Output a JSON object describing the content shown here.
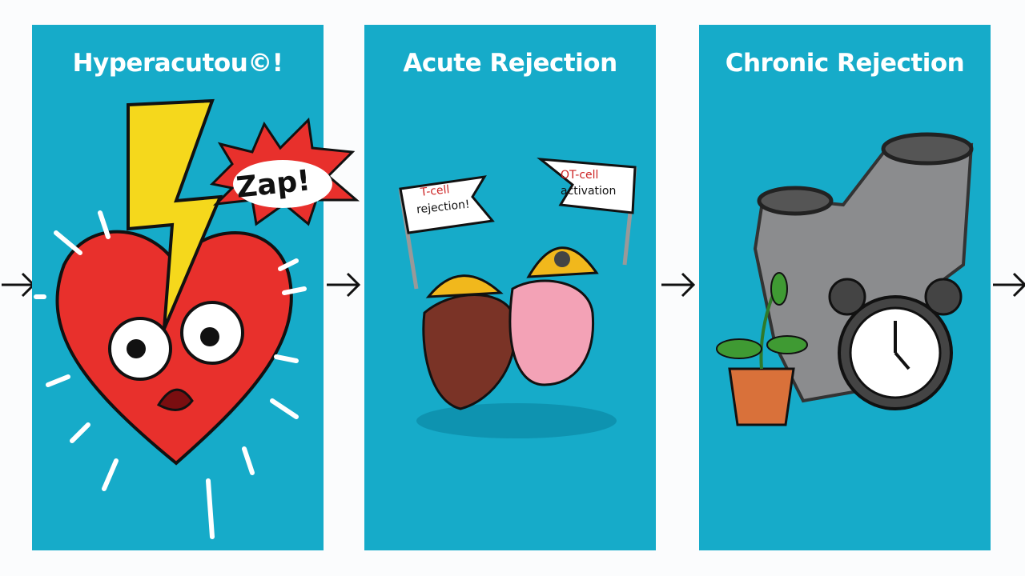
{
  "panels": [
    {
      "title": "Hyperacutou©!",
      "callout": "Zap!"
    },
    {
      "title": "Acute Rejection",
      "flag_left": [
        "T-cell",
        "rejection!"
      ],
      "flag_right": [
        "OT-cell",
        "activation"
      ]
    },
    {
      "title": "Chronic Rejection"
    }
  ],
  "colors": {
    "panel": "#16abc9",
    "heart": "#e8302c",
    "bolt": "#f5d81c",
    "helmet": "#f1b81c"
  }
}
